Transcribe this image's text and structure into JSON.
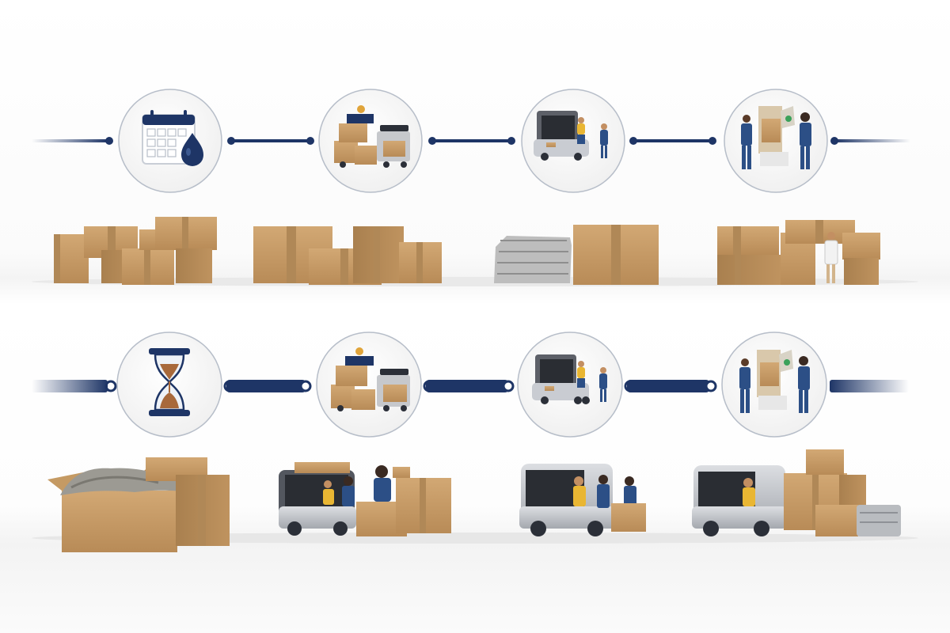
{
  "colors": {
    "navy": "#1e3566",
    "cardboard": "#c49a66",
    "cardboard_dark": "#a77c4c",
    "tape": "#b08857",
    "circle_fill": "#f7f7f7",
    "circle_stroke": "#b7bec9",
    "floor_shadow": "#e6e6e6"
  },
  "rows": [
    {
      "name": "process-row-1",
      "connector_style": "thin-line-dots",
      "steps": [
        {
          "icon": "calendar-icon"
        },
        {
          "icon": "packing-boxes-truck-icon"
        },
        {
          "icon": "moving-van-loading-icon"
        },
        {
          "icon": "movers-unpacking-icon"
        }
      ],
      "ground": [
        "box-stack",
        "box-stack",
        "wrapped-items-and-box",
        "box-stack-with-person"
      ]
    },
    {
      "name": "process-row-2",
      "connector_style": "thick-bar-rings",
      "steps": [
        {
          "icon": "hourglass-icon"
        },
        {
          "icon": "packing-boxes-truck-icon"
        },
        {
          "icon": "moving-van-loading-icon"
        },
        {
          "icon": "movers-unpacking-icon"
        }
      ],
      "ground": [
        "open-box-with-cloth",
        "van-with-movers",
        "van-with-movers",
        "van-with-box-stack"
      ]
    }
  ]
}
